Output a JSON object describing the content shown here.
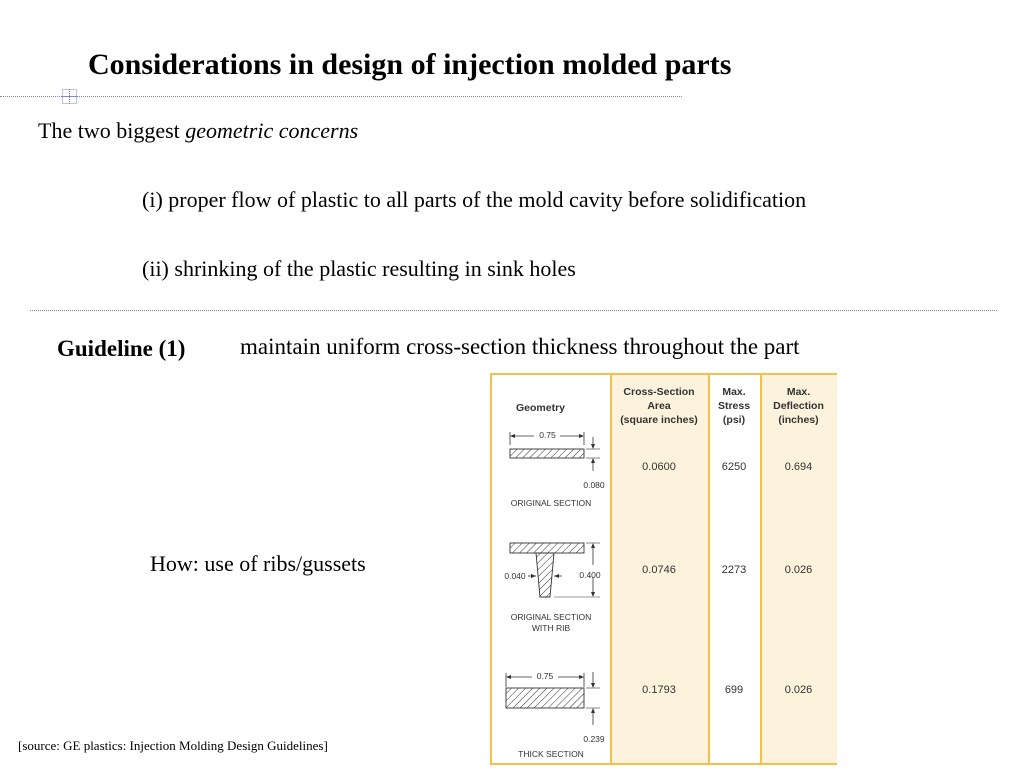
{
  "title": "Considerations in design of injection molded parts",
  "intro": {
    "prefix": "The two biggest",
    "emphasis": "geometric concerns"
  },
  "concerns": [
    "(i) proper flow of plastic to all parts of the mold cavity before solidification",
    "(ii) shrinking of the plastic resulting in sink holes"
  ],
  "guideline": {
    "label": "Guideline (1)",
    "text": "maintain uniform cross-section thickness throughout the part"
  },
  "how": "How: use of ribs/gussets",
  "source": "[source: GE plastics: Injection Molding Design Guidelines]",
  "table": {
    "headers": {
      "geometry": "Geometry",
      "area": [
        "Cross-Section",
        "Area",
        "(square inches)"
      ],
      "stress": [
        "Max.",
        "Stress",
        "(psi)"
      ],
      "deflection": [
        "Max.",
        "Deflection",
        "(inches)"
      ]
    },
    "rows": [
      {
        "caption": [
          "ORIGINAL SECTION"
        ],
        "dims": {
          "width": "0.75",
          "height": "0.080"
        },
        "area": "0.0600",
        "stress": "6250",
        "deflection": "0.694"
      },
      {
        "caption": [
          "ORIGINAL SECTION",
          "WITH RIB"
        ],
        "dims": {
          "rib": "0.040",
          "height": "0.400"
        },
        "area": "0.0746",
        "stress": "2273",
        "deflection": "0.026"
      },
      {
        "caption": [
          "THICK SECTION"
        ],
        "dims": {
          "width": "0.75",
          "height": "0.239"
        },
        "area": "0.1793",
        "stress": "699",
        "deflection": "0.026"
      }
    ],
    "border_color": "#f4c04a",
    "shade_color": "#fdf2dc"
  }
}
